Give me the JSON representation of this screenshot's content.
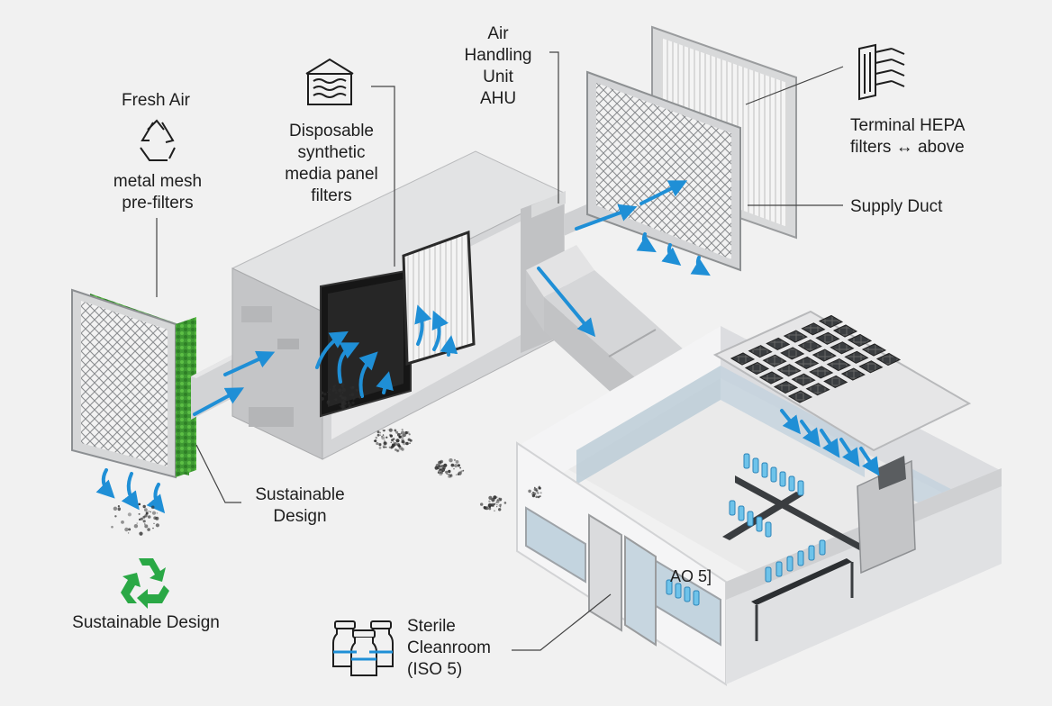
{
  "labels": {
    "fresh_air": "Fresh Air",
    "metal_mesh": [
      "metal mesh",
      "pre-filters"
    ],
    "disposable": [
      "Disposable",
      "synthetic",
      "media panel",
      "filters"
    ],
    "ahu": [
      "Air",
      "Handling",
      "Unit",
      "AHU"
    ],
    "terminal_hepa": [
      "Terminal HEPA",
      "filters ↔ above"
    ],
    "supply_duct": "Supply Duct",
    "sustainable_mid": [
      "Sustainable",
      "Design"
    ],
    "sustainable_bottom": "Sustainable Design",
    "sterile": [
      "Sterile",
      "Cleanroom",
      "(ISO 5)"
    ],
    "ao5": "AO 5]"
  },
  "icons": [
    "recycle-icon",
    "filter-house-icon",
    "hepa-filter-icon",
    "recycle-green-icon",
    "vials-icon"
  ],
  "colors": {
    "airflow": "#1f8fd6",
    "moss": "#4aa83a",
    "housing": "#c9cacc",
    "dark_filter": "#1b1b1b",
    "recycle_green": "#2aa845",
    "leader": "#444444"
  }
}
